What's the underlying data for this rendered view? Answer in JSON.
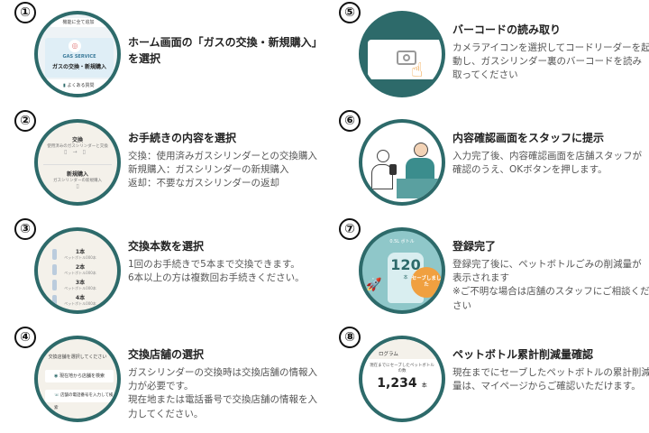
{
  "steps": [
    {
      "num": "①",
      "title": "ホーム画面の「ガスの交換・新規購入」を選択",
      "desc": "",
      "thumb": {
        "top_label": "機能に全て追加",
        "service": "GAS SERVICE",
        "card": "ガスの交換・新規購入",
        "footer": "よくある質問"
      }
    },
    {
      "num": "②",
      "title": "お手続きの内容を選択",
      "desc": "交換：使用済みガスシリンダーとの交換購入\n新規購入：ガスシリンダーの新規購入\n返却：不要なガスシリンダーの返却",
      "thumb": {
        "a": "交換",
        "a_sub": "使用済みのガスシリンダーと交換",
        "b": "新規購入",
        "b_sub": "ガスシリンダーの新規購入"
      }
    },
    {
      "num": "③",
      "title": "交換本数を選択",
      "desc": "1回のお手続きで5本まで交換できます。\n6本以上の方は複数回お手続きください。",
      "thumb": {
        "rows": [
          "1本",
          "2本",
          "3本",
          "4本"
        ],
        "row_sub": "ペットボトル000本"
      }
    },
    {
      "num": "④",
      "title": "交換店舗の選択",
      "desc": "ガスシリンダーの交換時は交換店舗の情報入力が必要です。\n現在地または電話番号で交換店舗の情報を入力してください。",
      "thumb": {
        "head": "交換店舗を選択してください",
        "a": "現在地から店舗を検索",
        "b": "店舗の電話番号を入力して検索"
      }
    },
    {
      "num": "⑤",
      "title": "バーコードの読み取り",
      "desc": "カメラアイコンを選択してコードリーダーを起動し、ガスシリンダー裏のバーコードを読み取ってください",
      "thumb": {}
    },
    {
      "num": "⑥",
      "title": "内容確認画面をスタッフに提示",
      "desc": "入力完了後、内容確認画面を店舗スタッフが確認のうえ、OKボタンを押します。",
      "thumb": {}
    },
    {
      "num": "⑦",
      "title": "登録完了",
      "desc": "登録完了後に、ペットボトルごみの削減量が表示されます\n※ご不明な場合は店舗のスタッフにご相談ください",
      "thumb": {
        "label": "0.5L ボトル",
        "count": "120",
        "unit": "本",
        "badge": "セーブしました"
      }
    },
    {
      "num": "⑧",
      "title": "ペットボトル累計削減量確認",
      "desc": "現在までにセーブしたペットボトルの累計削減量は、マイページからご確認いただけます。",
      "thumb": {
        "head": "ログラム",
        "sub": "現在までにセーブしたペットボトルの数",
        "count": "1,234",
        "unit": "本"
      }
    }
  ],
  "colors": {
    "ring": "#2d6a6a",
    "accent": "#3b8d8d",
    "orange": "#f0a040"
  }
}
